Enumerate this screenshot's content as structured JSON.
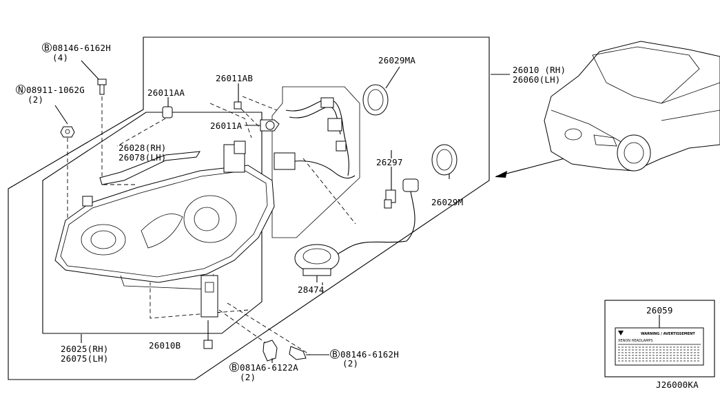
{
  "diagram": {
    "labels": {
      "bolt_b_top": "08146-6162H",
      "bolt_b_top_qty": "(4)",
      "nut_n": "08911-1062G",
      "nut_n_qty": "(2)",
      "p26011AA": "26011AA",
      "p26011AB": "26011AB",
      "p26011A": "26011A",
      "p26028": "26028(RH)",
      "p26078": "26078(LH)",
      "p26029MA": "26029MA",
      "p26010": "26010 (RH)",
      "p26060": "26060(LH)",
      "p26297": "26297",
      "p26029M": "26029M",
      "p28474": "28474",
      "p26025": "26025(RH)",
      "p26075": "26075(LH)",
      "p26010B": "26010B",
      "bolt_b_bottom_right": "08146-6162H",
      "bolt_b_bottom_right_qty": "(2)",
      "bolt_b_bottom": "081A6-6122A",
      "bolt_b_bottom_qty": "(2)",
      "p26059": "26059",
      "warning_label": "WARNING / AVERTISSEMENT",
      "warning_sub": "XENON HEADLAMPS",
      "diagram_code": "J26000KA"
    },
    "circled": {
      "b": "B",
      "n": "N"
    }
  }
}
